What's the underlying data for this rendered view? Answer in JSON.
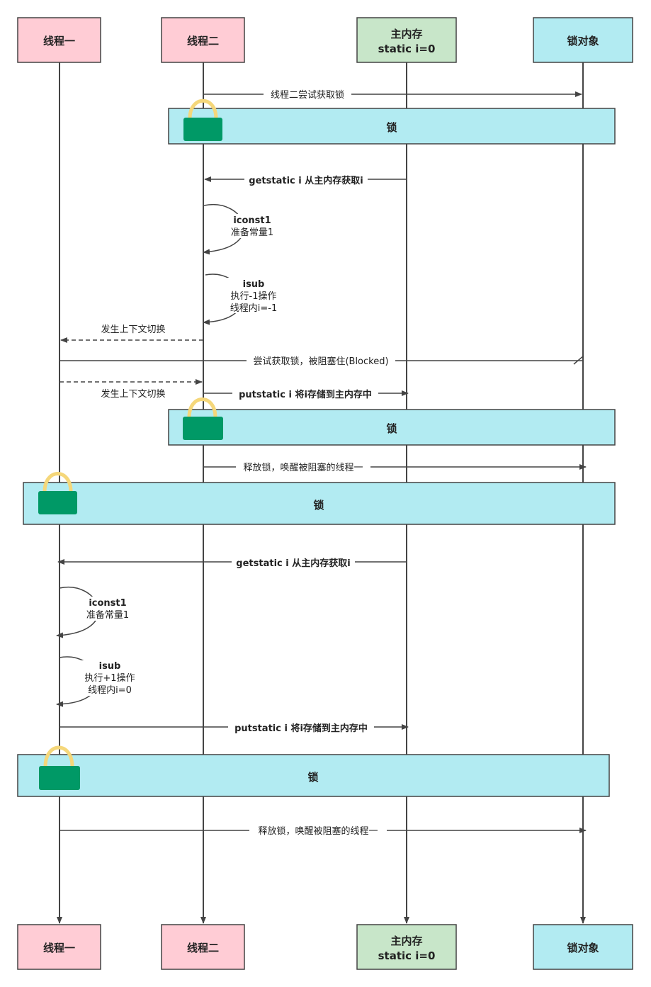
{
  "participants": [
    {
      "key": "t1",
      "lines": [
        "线程一"
      ],
      "color": "#ffccd5"
    },
    {
      "key": "t2",
      "lines": [
        "线程二"
      ],
      "color": "#ffccd5"
    },
    {
      "key": "mem",
      "lines": [
        "主内存",
        "static i=0"
      ],
      "color": "#c8e6c9"
    },
    {
      "key": "lock",
      "lines": [
        "锁对象"
      ],
      "color": "#b2ebf2"
    }
  ],
  "messages": [
    {
      "label": "线程二尝试获取锁"
    },
    {
      "label": "getstatic i 从主内存获取i"
    },
    {
      "label": "发生上下文切换"
    },
    {
      "label": "尝试获取锁，被阻塞住(Blocked)"
    },
    {
      "label": "发生上下文切换"
    },
    {
      "label": "putstatic i 将i存储到主内存中"
    },
    {
      "label": "释放锁，唤醒被阻塞的线程一"
    },
    {
      "label": "getstatic i 从主内存获取i"
    },
    {
      "label": "putstatic i 将i存储到主内存中"
    },
    {
      "label": "释放锁，唤醒被阻塞的线程一"
    }
  ],
  "self_calls": [
    {
      "lines": [
        "iconst1",
        "准备常量1"
      ]
    },
    {
      "lines": [
        "isub",
        "执行-1操作",
        "线程内i=-1"
      ]
    },
    {
      "lines": [
        "iconst1",
        "准备常量1"
      ]
    },
    {
      "lines": [
        "isub",
        "执行+1操作",
        "线程内i=0"
      ]
    }
  ],
  "lock_label": "锁",
  "colors": {
    "thread": "#ffccd5",
    "memory": "#c8e6c9",
    "lockobj": "#b2ebf2",
    "lockbar": "#b2ebf2",
    "lock_body": "#009966",
    "lock_shackle": "#f5d77a",
    "line": "#444444"
  }
}
